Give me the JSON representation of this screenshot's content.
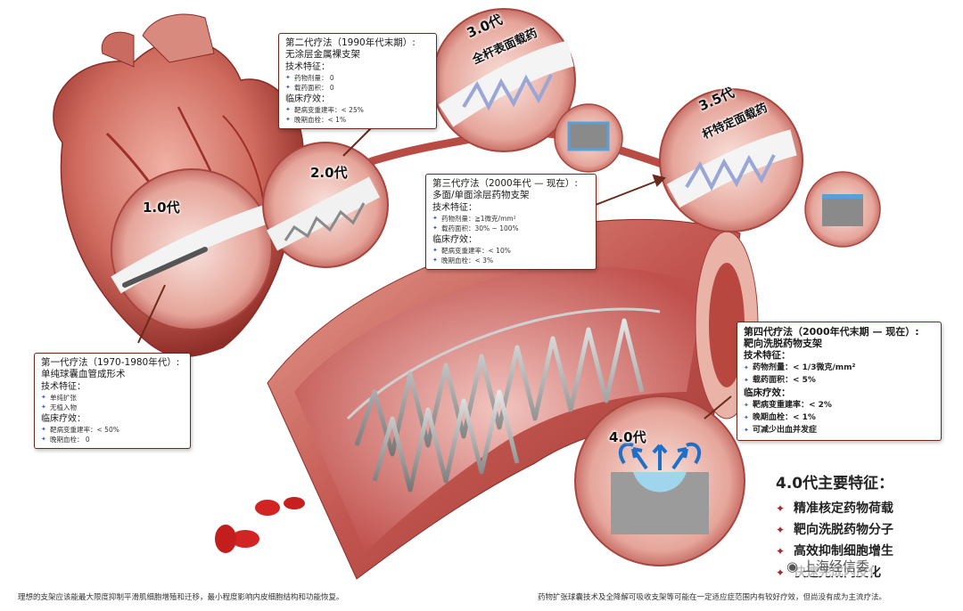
{
  "generations": {
    "g1": "1.0代",
    "g2": "2.0代",
    "g3": "3.0代",
    "g3_sub": "全杆表面载药",
    "g35": "3.5代",
    "g35_sub": "杆特定面载药",
    "g4": "4.0代"
  },
  "box1": {
    "title": "第一代疗法（1970-1980年代）:",
    "subtitle": "单纯球囊血管成形术",
    "tech_label": "技术特征：",
    "tech_items": [
      "单纯扩张",
      "无植入物"
    ],
    "clinical_label": "临床疗效：",
    "clinical_items": [
      "靶病变重建率：< 50%",
      "晚期血栓：   0"
    ]
  },
  "box2": {
    "title": "第二代疗法（1990年代末期）:",
    "subtitle": "无涂层金属裸支架",
    "tech_label": "技术特征：",
    "tech_items": [
      "药物剂量：   0",
      "载药面积：   0"
    ],
    "clinical_label": "临床疗效：",
    "clinical_items": [
      "靶病变重建率：< 25%",
      "晚期血栓：< 1%"
    ]
  },
  "box3": {
    "title": "第三代疗法（2000年代 — 现在）:",
    "subtitle": "多面/单面涂层药物支架",
    "tech_label": "技术特征：",
    "tech_items": [
      "药物剂量：≧1微克/mm²",
      "载药面积：30% ~ 100%"
    ],
    "clinical_label": "临床疗效：",
    "clinical_items": [
      "靶病变重建率：< 10%",
      "晚期血栓：< 3%"
    ]
  },
  "box4": {
    "title": "第四代疗法（2000年代末期 — 现在）:",
    "subtitle": "靶向洗脱药物支架",
    "tech_label": "技术特征：",
    "tech_items": [
      "药物剂量：< 1/3微克/mm²",
      "载药面积：< 5%"
    ],
    "clinical_label": "临床疗效：",
    "clinical_items": [
      "靶病变重建率：< 2%",
      "晚期血栓：< 1%",
      "可减少出血并发症"
    ]
  },
  "features": {
    "title": "4.0代主要特征：",
    "items": [
      "精准核定药物荷载",
      "靶向洗脱药物分子",
      "高效抑制细胞增生",
      "快速完成内皮化"
    ]
  },
  "watermark": "上海经信委",
  "captions": {
    "left": "理想的支架应该能最大限度抑制平滑肌细胞增殖和迁移，最小程度影响内皮细胞结构和功能恢复。",
    "right": "药物扩张球囊技术及全降解可吸收支架等可能在一定适应症范围内有较好疗效，但尚没有成为主流疗法。"
  },
  "colors": {
    "border": "#6b2a1a",
    "bullet_blue": "#3a63b0",
    "feature_star": "#a4262c",
    "vessel": "#c2554f"
  }
}
